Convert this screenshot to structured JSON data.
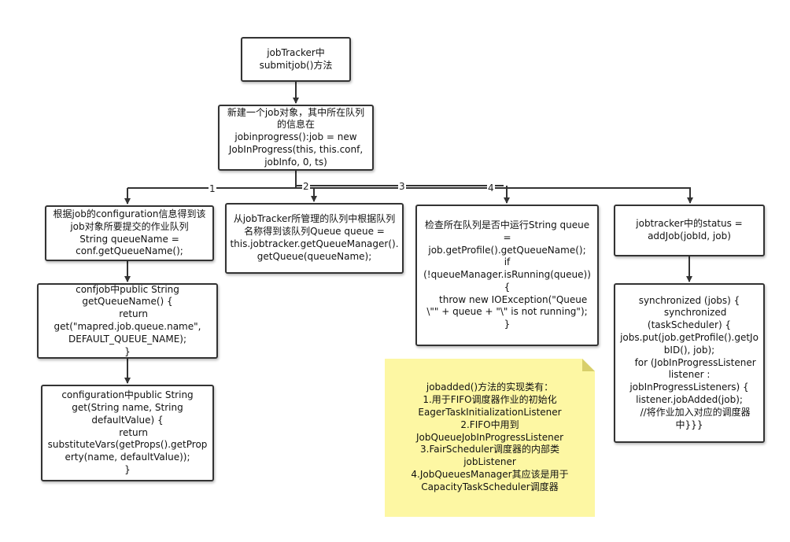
{
  "diagram": {
    "nodes": {
      "start": "jobTracker中\nsubmitjob()方法",
      "create_job": "新建一个job对象，其中所在队列的信息在\njobinprogress():job = new JobInProgress(this, this.conf, jobInfo, 0, ts)",
      "branch1_get_queue_name": "根据job的configuration信息得到该job对象所要提交的作业队列\nString queueName = conf.getQueueName();",
      "branch1_confjob_method": "confjob中public String getQueueName() {\n    return get(\"mapred.job.queue.name\", DEFAULT_QUEUE_NAME);\n}",
      "branch1_configuration_get": "configuration中public String get(String name, String defaultValue) {\n    return substituteVars(getProps().getProperty(name, defaultValue));\n}",
      "branch2_queue_manager": "从jobTracker所管理的队列中根据队列名称得到该队列Queue queue = this.jobtracker.getQueueManager().getQueue(queueName);",
      "branch3_check_running": "检查所在队列是否中运行String queue =\njob.getProfile().getQueueName();\nif (!queueManager.isRunning(queue)) {\n    throw new IOException(\"Queue \\\"\" + queue + \"\\\" is not running\");\n}",
      "branch4_add_job": "jobtracker中的status = addJob(jobId, job)",
      "branch4_synchronized": "synchronized (jobs) {\n    synchronized (taskScheduler) {\njobs.put(job.getProfile().getJobID(), job);\n    for (JobInProgressListener listener : jobInProgressListeners) {\nlistener.jobAdded(job);\n    //将作业加入对应的调度器中}}}"
    },
    "note": "jobadded()方法的实现类有：\n1.用于FIFO调度器作业的初始化\nEagerTaskInitializationListener\n2.FIFO中用到\nJobQueueJobInProgressListener\n3.FairScheduler调度器的内部类\njobListener\n4.JobQueuesManager其应该是用于\nCapacityTaskScheduler调度器",
    "edge_labels": [
      "1",
      "2",
      "3",
      "4"
    ],
    "colors": {
      "line": "#333333",
      "note_fill": "#fdf7a3",
      "note_fold": "#d8cf6a"
    }
  }
}
